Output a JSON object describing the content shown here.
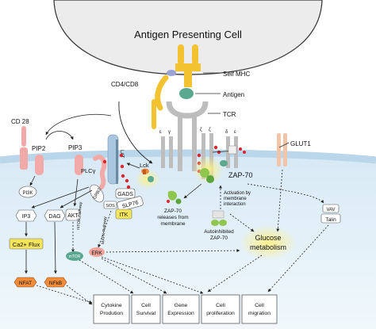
{
  "title": "Antigen Presenting Cell",
  "receptor_labels": {
    "self_mhc": "Self MHC",
    "cd4_cd8": "CD4/CD8",
    "antigen": "Antigen",
    "tcr": "TCR",
    "chains": [
      "ε",
      "γ",
      "ζ",
      "ζ",
      "δ",
      "ε"
    ]
  },
  "molecules": {
    "cd28": "CD 28",
    "pip2": "PIP2",
    "pip3": "PIP3",
    "pi3k": "PI3K",
    "plcg": "PLCγ",
    "lat": "LAT",
    "lck": "Lck",
    "zap70": "ZAP-70",
    "glut1": "GLUT1",
    "grb2": "GRB2",
    "sos": "SOS",
    "gads": "GADS",
    "slp76": "SLP76",
    "itk": "ITK",
    "ip3": "IP3",
    "dag": "DAG",
    "akt": "AKT",
    "mtor_pathway": "mTOR Pathway",
    "mtor": "mTOR",
    "mapk_pathway": "MAPK Pathway",
    "erk": "ERK",
    "ca_flux": "Ca2+ Flux",
    "nfat": "NFAT",
    "nfkb": "NFkB",
    "vav": "VAV",
    "talin": "Talin"
  },
  "annotations": {
    "zap_release": [
      "ZAP-70",
      "releases from",
      "membrane"
    ],
    "activation": [
      "Activation by",
      "membrane",
      "interaction"
    ],
    "autoinhibited": [
      "Autoinhibited",
      "ZAP-70"
    ],
    "glucose": [
      "Glucose",
      "metabolism"
    ]
  },
  "outcomes": [
    [
      "Cytokine",
      "Prodution"
    ],
    [
      "Cell",
      "Survival"
    ],
    [
      "Gene",
      "Expression"
    ],
    [
      "Cell",
      "proliferation"
    ],
    [
      "Cell",
      "migration"
    ]
  ],
  "colors": {
    "apc_fill": "#ececec",
    "cell_fill": "#e6f1f8",
    "membrane": "#b9d6ea",
    "tcr_gray": "#bdbdbd",
    "mhc_yellow": "#f2c230",
    "mhc_purple": "#9aa2d6",
    "antigen_teal": "#5aa88f",
    "phospho_red": "#d8262f",
    "pink": "#f2aaa8",
    "yellow_glow": "#fbf08a",
    "itk_yellow": "#f4e45c",
    "glut_peach": "#f2c4a8"
  }
}
